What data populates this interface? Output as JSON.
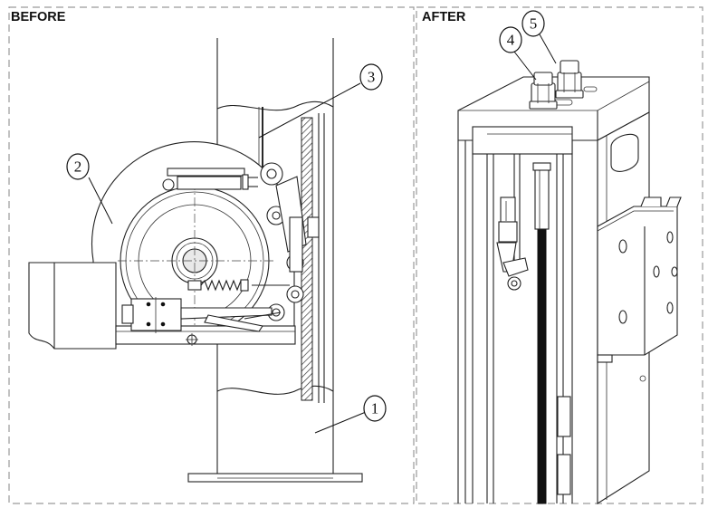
{
  "panels": {
    "before": {
      "title": "BEFORE"
    },
    "after": {
      "title": "AFTER"
    }
  },
  "callouts": [
    {
      "number": "1"
    },
    {
      "number": "2"
    },
    {
      "number": "3"
    },
    {
      "number": "4"
    },
    {
      "number": "5"
    }
  ]
}
